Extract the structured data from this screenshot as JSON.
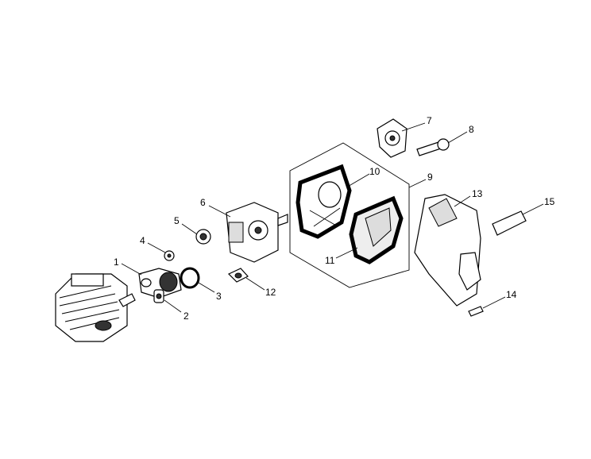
{
  "diagram": {
    "type": "exploded-parts-view",
    "callouts": [
      "1",
      "2",
      "3",
      "4",
      "5",
      "6",
      "7",
      "8",
      "9",
      "10",
      "11",
      "12",
      "13",
      "14",
      "15"
    ]
  }
}
